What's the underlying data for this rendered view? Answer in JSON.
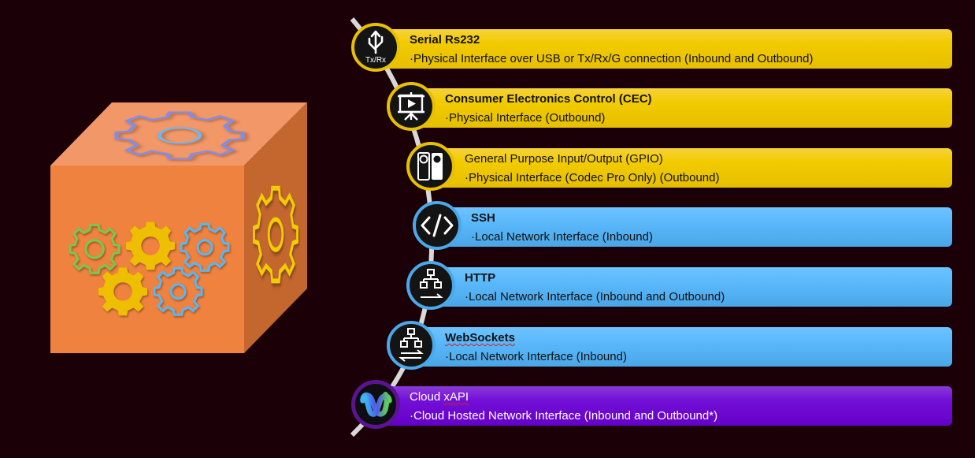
{
  "colors": {
    "background": "#1c0008",
    "physical": "#f2cb00",
    "network": "#5ab8fb",
    "cloud": "#7310d8",
    "cube_front": "#ef823f",
    "cube_top": "#f29767",
    "cube_side": "#c4672f"
  },
  "cube": {
    "icon_top": "gear-outline-icon",
    "icon_side": "gear-outline-icon",
    "icon_front": [
      "gear-outline-green-icon",
      "gear-solid-yellow-icon",
      "gear-outline-blue-icon",
      "gear-solid-yellow-icon",
      "gear-outline-blue-icon"
    ]
  },
  "interfaces": [
    {
      "title": "Serial Rs232",
      "description": "·Physical Interface over USB or Tx/Rx/G connection (Inbound and Outbound)",
      "category": "physical",
      "icon": "usb-icon",
      "icon_label": "Tx/Rx"
    },
    {
      "title": "Consumer Electronics Control (CEC)",
      "description": "·Physical Interface  (Outbound)",
      "category": "physical",
      "icon": "presentation-screen-icon"
    },
    {
      "title": "General Purpose Input/Output (GPIO)",
      "description": "·Physical Interface (Codec Pro Only)  (Outbound)",
      "category": "physical",
      "icon": "gpio-switch-icon"
    },
    {
      "title": "SSH",
      "description": "·Local Network Interface  (Inbound)",
      "category": "network",
      "icon": "code-icon"
    },
    {
      "title": "HTTP",
      "description": "·Local Network Interface  (Inbound and Outbound)",
      "category": "network",
      "icon": "network-one-way-icon"
    },
    {
      "title": "WebSockets",
      "description": "·Local Network Interface  (Inbound)",
      "category": "network",
      "icon": "network-two-way-icon"
    },
    {
      "title": "Cloud xAPI",
      "title_prefix": "Cloud ",
      "title_suffix": "xAPI",
      "description": "·Cloud Hosted Network Interface  (Inbound and Outbound*)",
      "category": "cloud",
      "icon": "webex-logo-icon"
    }
  ]
}
